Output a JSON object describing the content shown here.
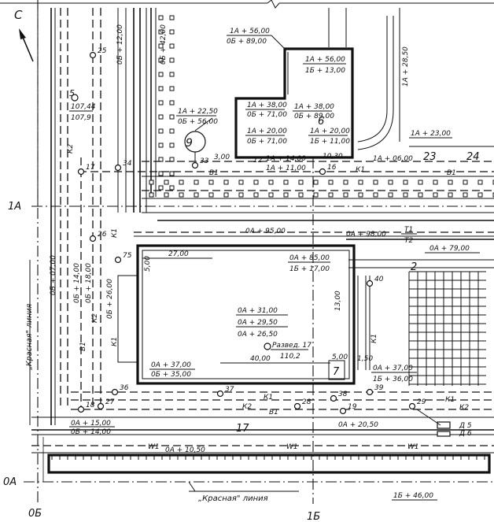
{
  "north_label": "С",
  "axes": {
    "h_1A": "1А",
    "h_0A": "0А",
    "v_0B": "0Б",
    "v_1B": "1Б"
  },
  "red_line": "„Красная\" линия",
  "red_line_vertical": "„Красная\" линия",
  "buildings": {
    "b6": "6",
    "b7": "7",
    "b9": "9"
  },
  "numbers": {
    "n2": "2",
    "n17": "17",
    "n23": "23",
    "n24": "24",
    "n5": "5"
  },
  "wells": [
    "25",
    "34",
    "17",
    "26",
    "75",
    "27",
    "18",
    "36",
    "37",
    "38",
    "39",
    "40",
    "19",
    "28",
    "29",
    "33",
    "16"
  ],
  "coords": {
    "c_0b12": "0Б + 12,00",
    "c_0b42": "0Б + 42,00",
    "c_1a56": "1А + 56,00",
    "c_0b89": "0Б + 89,00",
    "c_1a56b": "1А + 56,00",
    "c_1b13": "1Б + 13,00",
    "c_1a28": "1А + 28,50",
    "c_1a38a": "1А + 38,00",
    "c_0b71a": "0Б + 71,00",
    "c_1a38b": "1А + 38,00",
    "c_0b89b": "0Б + 89,00",
    "c_1a20a": "1А + 20,00",
    "c_0b71b": "0Б + 71,00",
    "c_1a20b": "1А + 20,00",
    "c_1b11": "1Б + 11,00",
    "c_1a23": "1А + 23,00",
    "c_1a22": "1А + 22,50",
    "c_0b56": "0Б + 56,00",
    "c_1a14": "1А + 14,00",
    "c_1a11": "1А + 11,00",
    "c_1a06": "1А + 06,00",
    "c_0a95": "0А + 95,00",
    "c_0a98": "0А + 98,00",
    "c_0a79": "0А + 79,00",
    "c_0a85": "0А + 85,00",
    "c_1b17": "1Б + 17,00",
    "c_0b07": "0Б + 07,00",
    "c_0b14": "0Б + 14,00",
    "c_0b18": "0Б + 18,00",
    "c_0b26": "0Б + 26,00",
    "c_0a31": "0А + 31,00",
    "c_0a29": "0А + 29,50",
    "c_0a26": "0А + 26,50",
    "c_0a37a": "0А + 37,00",
    "c_0b35": "0Б + 35,00",
    "c_0a37b": "0А + 37,00",
    "c_1b36": "1Б + 36,00",
    "c_0a15": "0А + 15,00",
    "c_0b14b": "0Б + 14,00",
    "c_0a20": "0А + 20,50",
    "c_0a10": "0А + 10,50",
    "c_1b46": "1Б + 46,00"
  },
  "dims": {
    "d300": "3,00",
    "d1030": "10,30",
    "d2700": "27,00",
    "d500a": "5,00",
    "d1300": "13,00",
    "d4000": "40,00",
    "d500b": "5,00",
    "d150": "1,50"
  },
  "elev": {
    "e1": "107,44",
    "e2": "107,9",
    "razv_label": "Развед. 17",
    "razv_val": "110,2"
  },
  "nets": {
    "k1": "К1",
    "k2": "К2",
    "b1": "В1",
    "w1": "W1",
    "t1": "Т1",
    "t2": "Т2",
    "d5": "Д 5",
    "d6": "Д 6",
    "t12": "12"
  }
}
